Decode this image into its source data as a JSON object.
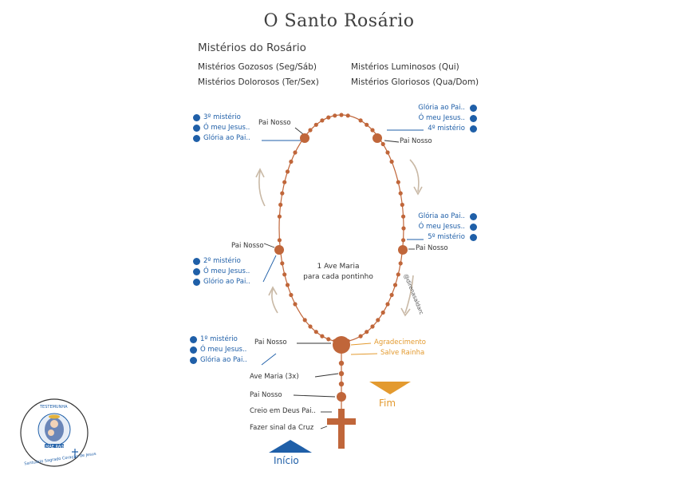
{
  "title": "O Santo Rosário",
  "subtitle": "Mistérios do Rosário",
  "mysteries": {
    "gozosos": "Mistérios Gozosos (Seg/Sáb)",
    "dolorosos": "Mistérios Dolorosos (Ter/Sex)",
    "luminosos": "Mistérios Luminosos (Qui)",
    "gloriosos": "Mistérios Gloriosos (Qua/Dom)"
  },
  "left_groups": {
    "third": [
      "3º mistério",
      "Ó meu Jesus..",
      "Glória ao Pai.."
    ],
    "second": [
      "2º mistério",
      "Ó meu Jesus..",
      "Glório ao Pai.."
    ],
    "first": [
      "1º mistério",
      "Ó meu Jesus..",
      "Glória ao Pai.."
    ]
  },
  "right_groups": {
    "fourth": [
      "Glória ao Pai..",
      "Ó meu Jesus..",
      "4º mistério"
    ],
    "fifth": [
      "Glória ao Pai..",
      "Ó meu Jesus..",
      "5º mistério"
    ]
  },
  "pai_nosso": "Pai Nosso",
  "center": {
    "line1": "1 Ave Maria",
    "line2": "para cada pontinho"
  },
  "watermark": "@direnasaldarc",
  "closing": {
    "agradecimento": "Agradecimento",
    "salve": "Salve Rainha"
  },
  "start": {
    "ave_maria_3x": "Ave Maria (3x)",
    "pai_nosso": "Pai Nosso",
    "creio": "Creio em Deus Pai..",
    "sinal": "Fazer sinal da Cruz"
  },
  "fim": "Fim",
  "inicio": "Início",
  "logo": {
    "top_text": "TESTEMUNHA",
    "middle_text": "MÃE RAINHA",
    "bottom_text": "Santuário Sagrado Coração de Jesus"
  },
  "colors": {
    "bead": "#c0663a",
    "blue": "#1f5fa8",
    "orange": "#e39a2f",
    "arrow": "#c9b9a6"
  }
}
